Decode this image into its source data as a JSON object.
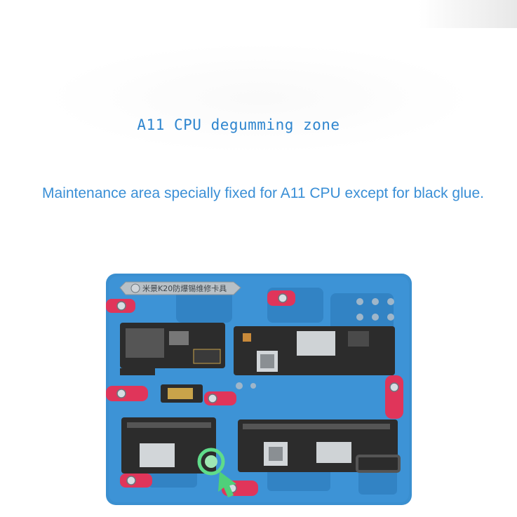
{
  "zone_title": "A11 CPU degumming zone",
  "caption": "Maintenance area specially fixed for A11 CPU except for black glue.",
  "fixture": {
    "brand_plate": "米景K20防爆锡维修卡具",
    "base_color": "#3a8fd0",
    "clamp_color": "#e0355a",
    "board_color": "#2c2c2c"
  }
}
